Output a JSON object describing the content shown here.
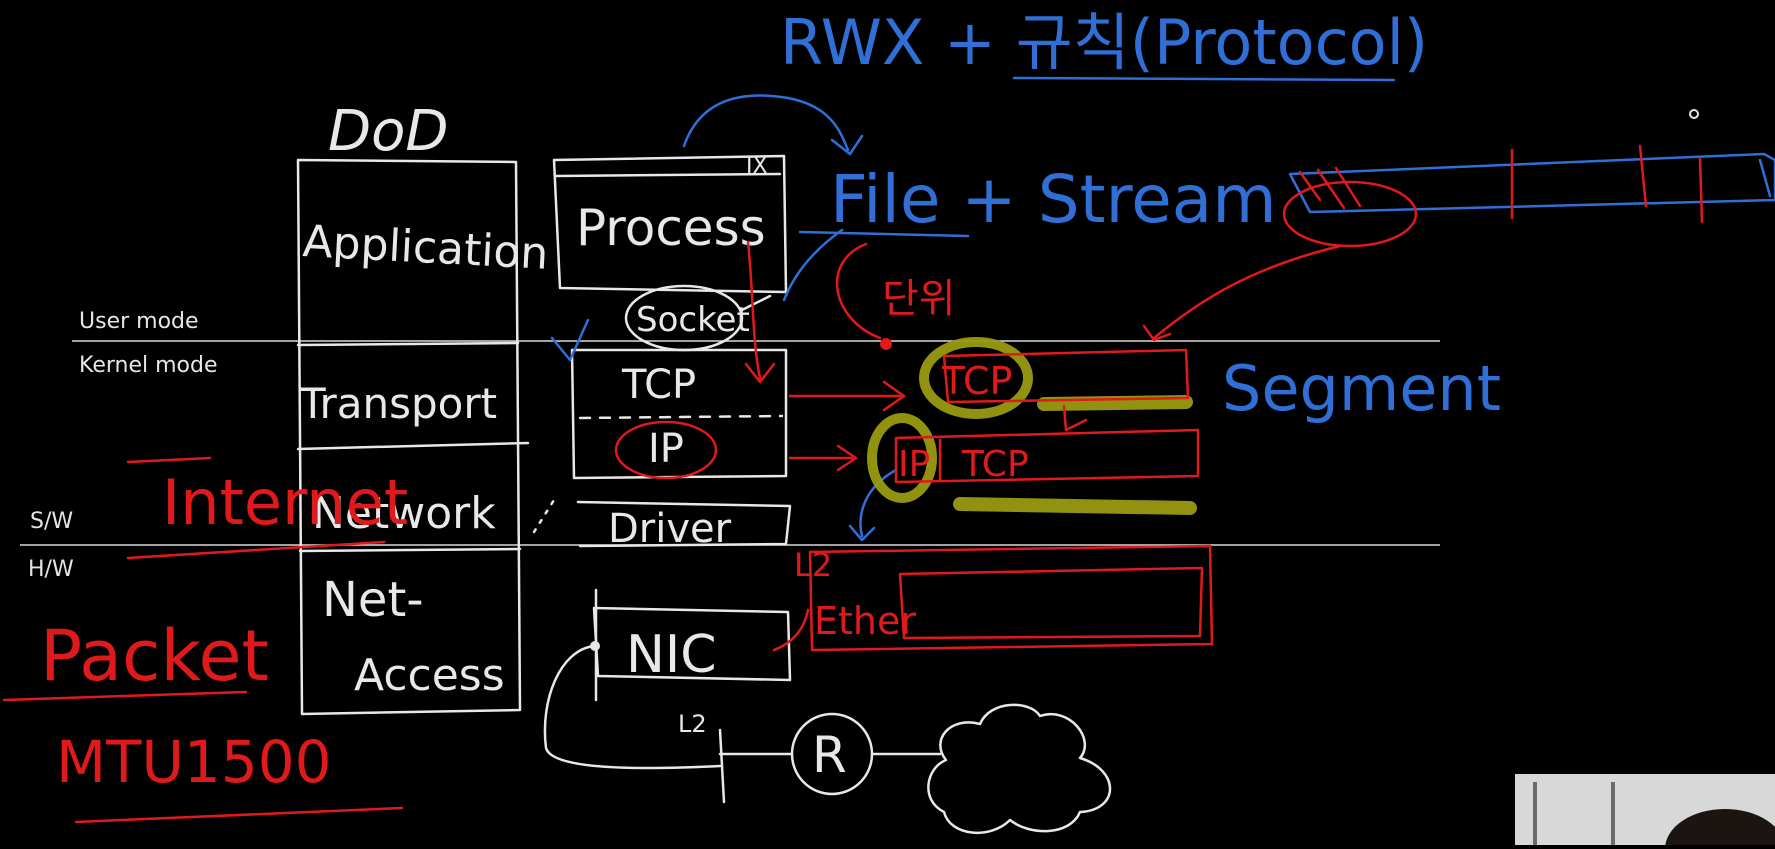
{
  "colors": {
    "background": "#000000",
    "chalk_white": "#e8e8e8",
    "marker_red": "#e01a1a",
    "marker_blue": "#2f6fd6",
    "highlight_yellow": "#9a9a12"
  },
  "modes": {
    "user": "User mode",
    "kernel": "Kernel mode",
    "sw": "S/W",
    "hw": "H/W"
  },
  "dod": {
    "title": "DoD",
    "layers": [
      "Application",
      "Transport",
      "Network",
      "Net-",
      "Access"
    ]
  },
  "stack": {
    "process": "Process",
    "close_mark": "IX",
    "socket": "Socket",
    "tcp": "TCP",
    "ip": "IP",
    "driver": "Driver",
    "nic": "NIC",
    "l2": "L2",
    "router": "R"
  },
  "annotations": {
    "top_title": "RWX + 규칙(Protocol)",
    "file_stream": "File + Stream",
    "korean_note": "단위",
    "segment": "Segment",
    "internet": "Internet",
    "packet": "Packet",
    "mtu": "MTU1500",
    "frame_tcp": "TCP",
    "frame_ip": "IP",
    "frame_tcp2": "TCP",
    "frame_l2": "L2",
    "frame_ether": "Ether"
  },
  "icons": [
    "cloud-icon",
    "router-icon",
    "webcam-thumbnail"
  ]
}
